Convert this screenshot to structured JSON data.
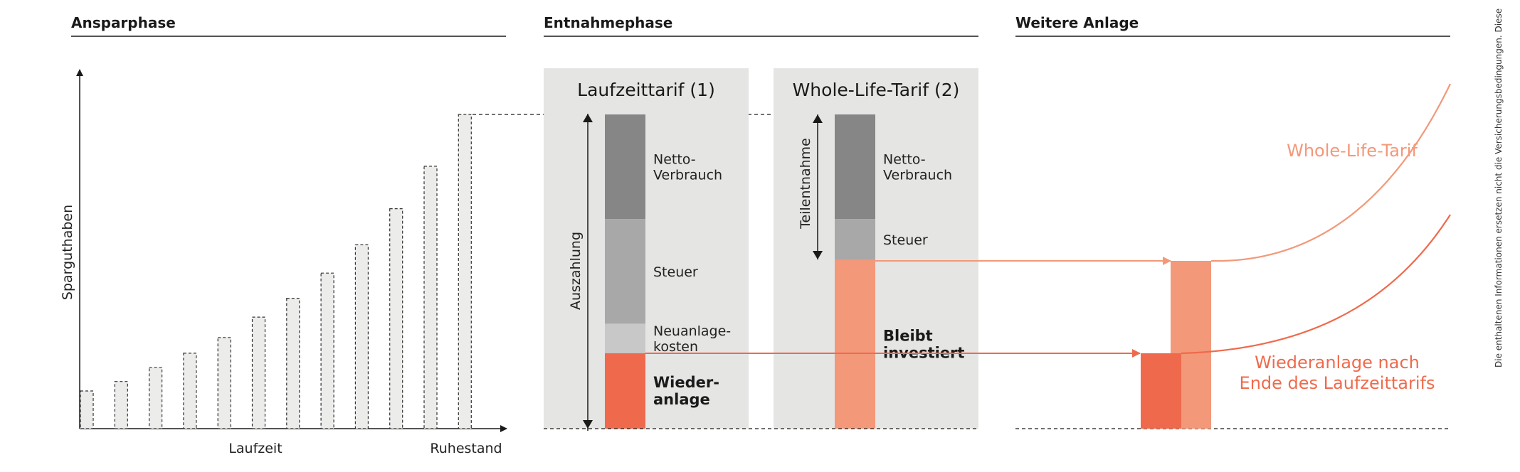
{
  "sections": {
    "ansparphase": "Ansparphase",
    "entnahmephase": "Entnahmephase",
    "weitere_anlage": "Weitere Anlage"
  },
  "accumulation_chart": {
    "y_label": "Sparguthaben",
    "x_label": "Laufzeit",
    "x_end_label": "Ruhestand",
    "bars_relative": [
      0.12,
      0.15,
      0.195,
      0.24,
      0.29,
      0.355,
      0.415,
      0.495,
      0.585,
      0.7,
      0.835,
      1.0
    ]
  },
  "term_tariff": {
    "title": "Laufzeittarif (1)",
    "arrow_label": "Auszahlung",
    "segments": [
      {
        "label": "Netto-\nVerbrauch",
        "share": 0.333
      },
      {
        "label": "Steuer",
        "share": 0.333
      },
      {
        "label": "Neuanlage-\nkosten",
        "share": 0.094
      },
      {
        "label": "Wieder-\nanlage",
        "share": 0.24
      }
    ]
  },
  "whole_life_tariff": {
    "title": "Whole-Life-Tarif (2)",
    "arrow_label": "Teilentnahme",
    "segments": [
      {
        "label": "Netto-\nVerbrauch",
        "share": 0.333
      },
      {
        "label": "Steuer",
        "share": 0.13
      },
      {
        "label": "Bleibt\ninvestiert",
        "share": 0.537
      }
    ]
  },
  "further_investment": {
    "curve_whole_life": "Whole-Life-Tarif",
    "curve_reinvest_line1": "Wiederanlage nach",
    "curve_reinvest_line2": "Ende des Laufzeittarifs"
  },
  "disclaimer": "Die enthaltenen Informationen ersetzen nicht die Versicherungsbedingungen. Diese",
  "colors": {
    "dark_grey": "#868686",
    "mid_grey": "#a8a8a8",
    "light_grey": "#c8c8c8",
    "panel_grey": "#e5e5e3",
    "orange_dark": "#ef6a4c",
    "orange_light": "#f39879"
  }
}
